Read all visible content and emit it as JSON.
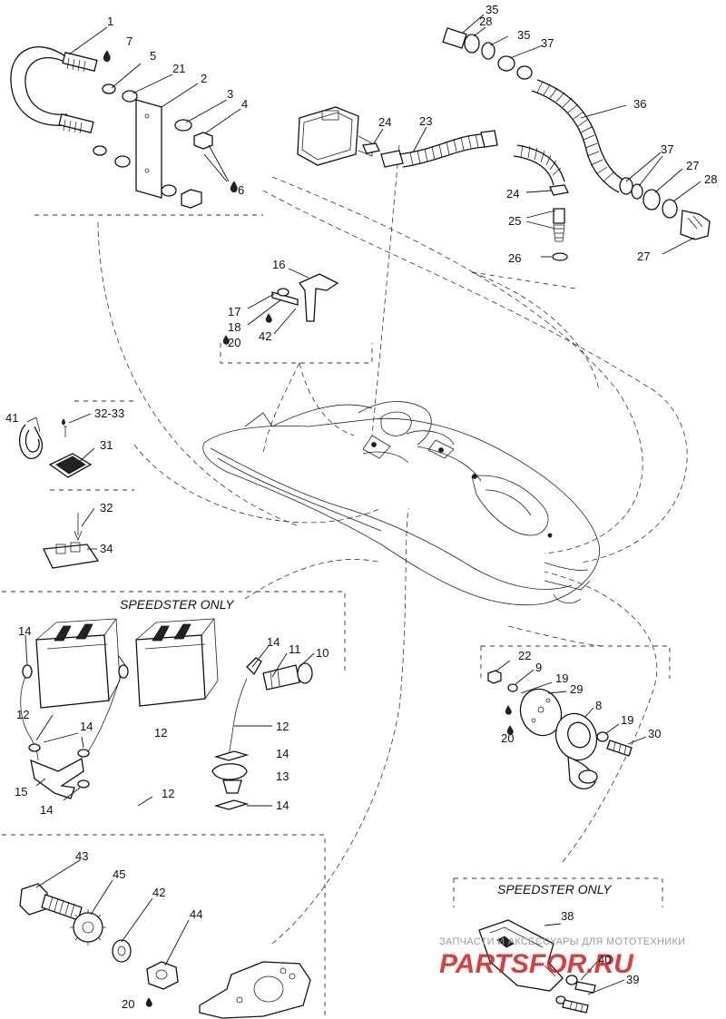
{
  "notes": {
    "speedster_only_1": "SPEEDSTER ONLY",
    "speedster_only_2": "SPEEDSTER ONLY"
  },
  "watermark": {
    "tagline": "ЗАПЧАСТИ И АКСЕССУАРЫ ДЛЯ МОТОТЕХНИКИ",
    "brand": "PARTSFOR.RU",
    "color": "#d21f1f"
  },
  "callouts": {
    "c1": "1",
    "c7": "7",
    "c5": "5",
    "c21": "21",
    "c2": "2",
    "c3": "3",
    "c4": "4",
    "c6": "6",
    "c35a": "35",
    "c28a": "28",
    "c35b": "35",
    "c37a": "37",
    "c36": "36",
    "c37b": "37",
    "c27a": "27",
    "c28b": "28",
    "c27b": "27",
    "c24a": "24",
    "c23": "23",
    "c24b": "24",
    "c25": "25",
    "c26": "26",
    "c16": "16",
    "c17": "17",
    "c18": "18",
    "c20a": "20",
    "c42a": "42",
    "c41": "41",
    "c3233": "32-33",
    "c31": "31",
    "c32": "32",
    "c34": "34",
    "c14a": "14",
    "c14b": "14",
    "c12a": "12",
    "c12b": "12",
    "c15": "15",
    "c14c": "14",
    "c12c": "12",
    "c14d": "14",
    "c11": "11",
    "c10": "10",
    "c12d": "12",
    "c14e": "14",
    "c13": "13",
    "c14f": "14",
    "c22": "22",
    "c9": "9",
    "c19a": "19",
    "c29": "29",
    "c8": "8",
    "c19b": "19",
    "c30": "30",
    "c20b": "20",
    "c43": "43",
    "c45": "45",
    "c42b": "42",
    "c44": "44",
    "c20c": "20",
    "c38": "38",
    "c40": "40",
    "c39": "39"
  }
}
